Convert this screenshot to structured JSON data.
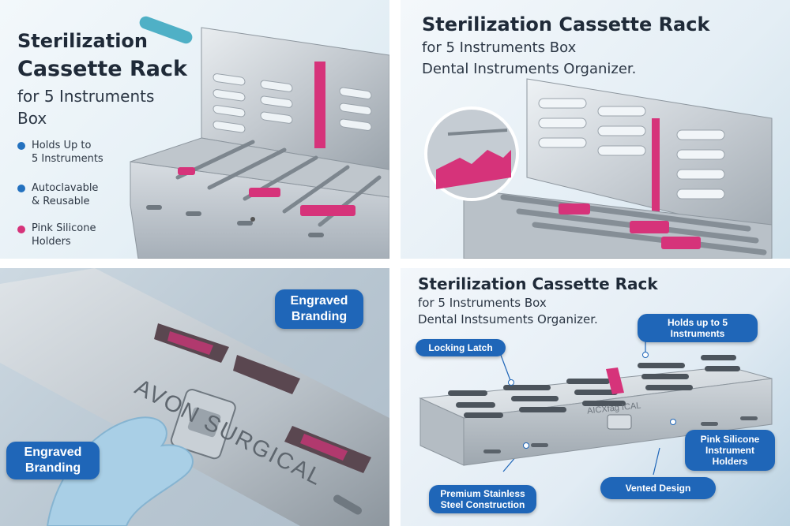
{
  "panel1": {
    "title_line1": "Sterilization",
    "title_line2": "Cassette Rack",
    "subtitle_line1": "for 5 Instruments",
    "subtitle_line2": "Box",
    "bullets": [
      {
        "line1": "Holds Up to",
        "line2": "5 Instruments",
        "color": "#2371bf"
      },
      {
        "line1": "Autoclavable",
        "line2": "& Reusable",
        "color": "#2371bf"
      },
      {
        "line1": "Pink Silicone",
        "line2": "Holders",
        "color": "#d6337a"
      }
    ]
  },
  "panel2": {
    "title": "Sterilization Cassette Rack",
    "subtitle1": "for 5 Instruments Box",
    "subtitle2": "Dental Instruments Organizer."
  },
  "panel3": {
    "engraving": "AVON SURGICAL",
    "callout_top": {
      "line1": "Engraved",
      "line2": "Branding"
    },
    "callout_bottom": {
      "line1": "Engraved",
      "line2": "Branding"
    }
  },
  "panel4": {
    "title": "Sterilization Cassette Rack",
    "subtitle1": "for 5 Instruments Box",
    "subtitle2": "Dental Instsuments Organizer.",
    "engraving": "AICXfag ICAL",
    "callouts": {
      "locking_latch": "Locking Latch",
      "holds_line1": "Holds up to 5",
      "holds_line2": "Instruments",
      "pink_line1": "Pink Silicone",
      "pink_line2": "Instrument",
      "pink_line3": "Holders",
      "vented": "Vented Design",
      "steel_line1": "Premium Stainless",
      "steel_line2": "Steel Construction"
    }
  },
  "colors": {
    "accent_blue": "#1f66b8",
    "silicone_pink": "#d6337a",
    "steel": "#c9ced3"
  }
}
